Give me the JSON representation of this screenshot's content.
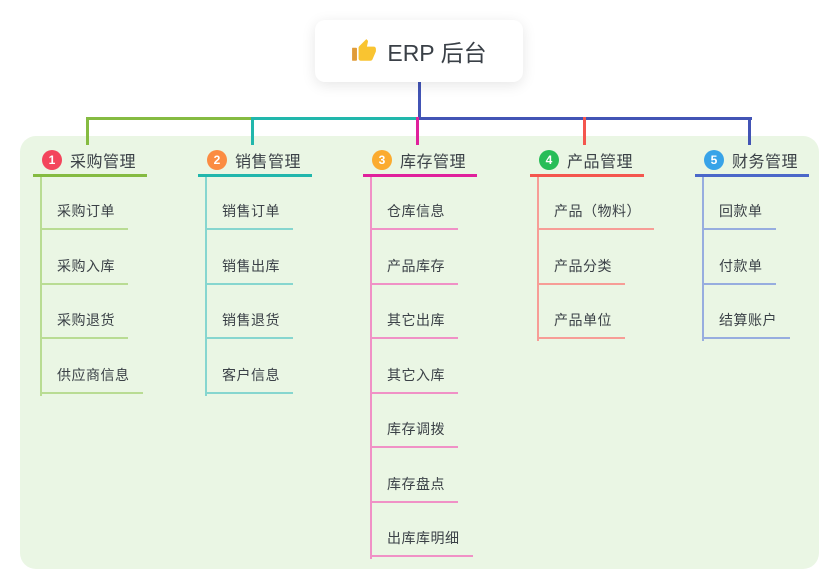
{
  "root": {
    "title": "ERP 后台",
    "icon": "thumbs-up-icon"
  },
  "connector_color": "#4254b5",
  "branches": [
    {
      "num": "1",
      "label": "采购管理",
      "badge_color": "#f3455c",
      "line_color": "#85bb41",
      "line_light": "#b9dc93",
      "drop_color": "#85bb41",
      "children": [
        "采购订单",
        "采购入库",
        "采购退货",
        "供应商信息"
      ]
    },
    {
      "num": "2",
      "label": "销售管理",
      "badge_color": "#fb8c42",
      "line_color": "#21b7ac",
      "line_light": "#86d6cf",
      "drop_color": "#21b7ac",
      "children": [
        "销售订单",
        "销售出库",
        "销售退货",
        "客户信息"
      ]
    },
    {
      "num": "3",
      "label": "库存管理",
      "badge_color": "#fbab2f",
      "line_color": "#e0219c",
      "line_light": "#f091c6",
      "drop_color": "#e0219c",
      "children": [
        "仓库信息",
        "产品库存",
        "其它出库",
        "其它入库",
        "库存调拨",
        "库存盘点",
        "出库库明细"
      ]
    },
    {
      "num": "4",
      "label": "产品管理",
      "badge_color": "#27bd57",
      "line_color": "#f4564e",
      "line_light": "#f79d96",
      "drop_color": "#f4564e",
      "children": [
        "产品（物料）",
        "产品分类",
        "产品单位"
      ]
    },
    {
      "num": "5",
      "label": "财务管理",
      "badge_color": "#38a3e8",
      "line_color": "#4b68c9",
      "line_light": "#97addf",
      "drop_color": "#4254b5",
      "children": [
        "回款单",
        "付款单",
        "结算账户"
      ]
    }
  ]
}
